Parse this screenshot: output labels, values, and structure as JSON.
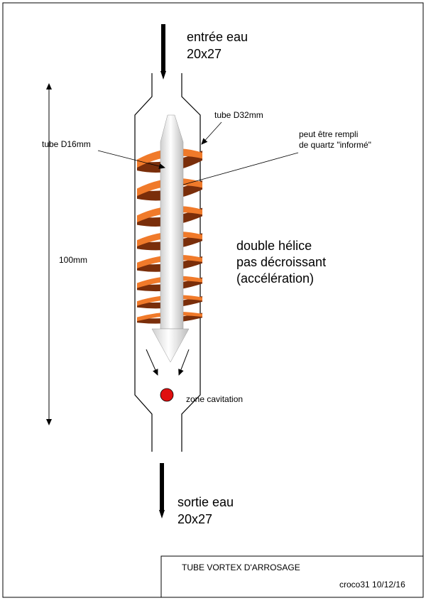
{
  "labels": {
    "inlet": [
      "entrée eau",
      "20x27"
    ],
    "outlet": [
      "sortie  eau",
      "20x27"
    ],
    "outer_tube": "tube D32mm",
    "inner_tube": "tube D16mm",
    "fill_note": [
      "peut être rempli",
      "de quartz \"informé\""
    ],
    "helix_note": [
      "double hélice",
      "pas décroissant",
      "(accélération)"
    ],
    "length": "100mm",
    "cavitation": "zone cavitation"
  },
  "title_block": {
    "title": "TUBE VORTEX D'ARROSAGE",
    "author_date": "croco31 10/12/16"
  },
  "colors": {
    "helix_light": "#f07a2a",
    "helix_dark": "#7a2e0a",
    "cavitation_dot": "#e01010",
    "line": "#000000"
  }
}
